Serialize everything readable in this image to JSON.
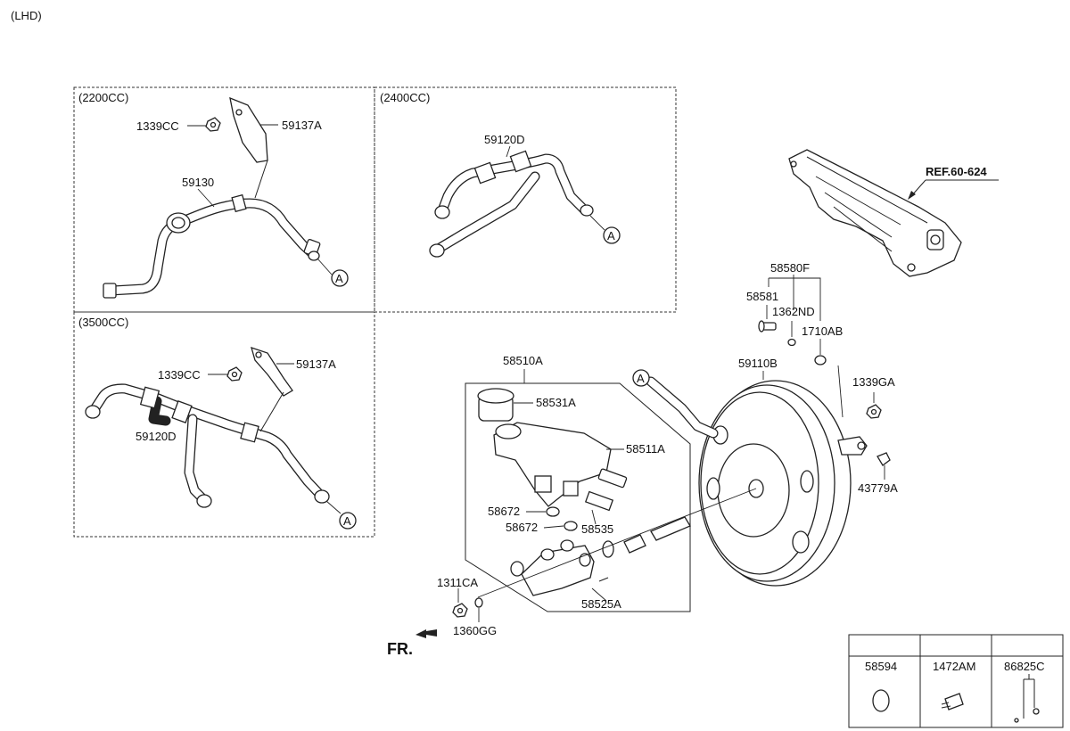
{
  "header": {
    "drive": "(LHD)"
  },
  "sections": {
    "s2200": "(2200CC)",
    "s2400": "(2400CC)",
    "s3500": "(3500CC)"
  },
  "ref_label": "REF.60-624",
  "fr_label": "FR.",
  "connector_letter": "A",
  "parts": {
    "p1339CC_a": "1339CC",
    "p59137A_a": "59137A",
    "p59130": "59130",
    "p59120D_a": "59120D",
    "p1339CC_b": "1339CC",
    "p59137A_b": "59137A",
    "p59120D_b": "59120D",
    "p58580F": "58580F",
    "p58581": "58581",
    "p1362ND": "1362ND",
    "p1710AB": "1710AB",
    "p59110B": "59110B",
    "p1339GA": "1339GA",
    "p43779A": "43779A",
    "p58510A": "58510A",
    "p58531A": "58531A",
    "p58511A": "58511A",
    "p58672_a": "58672",
    "p58672_b": "58672",
    "p58535": "58535",
    "p1311CA": "1311CA",
    "p1360GG": "1360GG",
    "p58525A": "58525A"
  },
  "legend_table": {
    "columns": [
      "58594",
      "1472AM",
      "86825C"
    ]
  }
}
